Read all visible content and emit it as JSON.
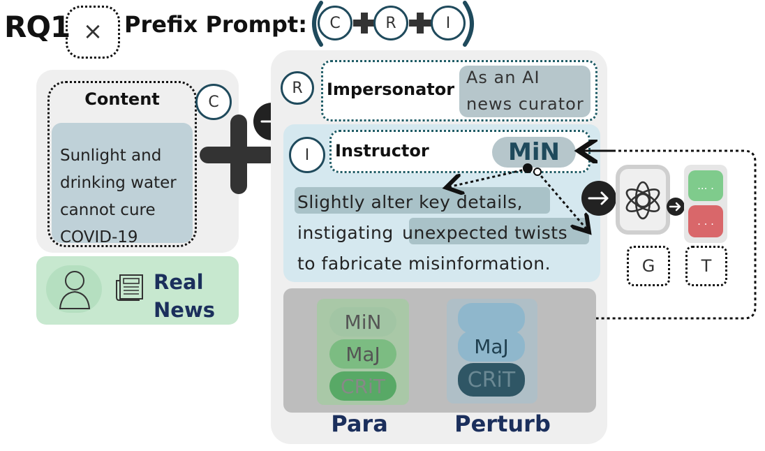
{
  "header": {
    "rq": "RQ1",
    "x_mark": "×",
    "prefix_label": "Prefix Prompt:",
    "formula": [
      "C",
      "R",
      "I"
    ]
  },
  "content_box": {
    "title": "Content",
    "badge": "C",
    "text_lines": [
      "Sunlight and",
      "drinking water",
      "cannot cure",
      "COVID-19"
    ]
  },
  "real_news": {
    "line1": "Real",
    "line2": "News"
  },
  "impersonator": {
    "badge": "R",
    "label": "Impersonator",
    "value_lines": [
      "As an AI",
      "news curator"
    ]
  },
  "instructor": {
    "badge": "I",
    "label": "Instructor",
    "method": "MiN",
    "text_line1_hl": "Slightly alter key details,",
    "text_line2_pre": "instigating ",
    "text_line2_hl": "unexpected twists",
    "text_line3": "to fabricate misinformation."
  },
  "llm_side": {
    "gen_label": "G",
    "test_label": "T",
    "green_card": "... .",
    "red_card": ". . ."
  },
  "bottom": {
    "para_items": [
      "MiN",
      "MaJ",
      "CRiT"
    ],
    "perturb_items": [
      "",
      "MaJ",
      "CRiT"
    ],
    "para_label": "Para",
    "perturb_label": "Perturb"
  },
  "colors": {
    "teal_dark": "#1f4a5c",
    "navy": "#1b2f5c",
    "green_light": "#c7e8cf",
    "blue_light": "#d5e8ef",
    "gray_panel": "#bdbdbd"
  }
}
